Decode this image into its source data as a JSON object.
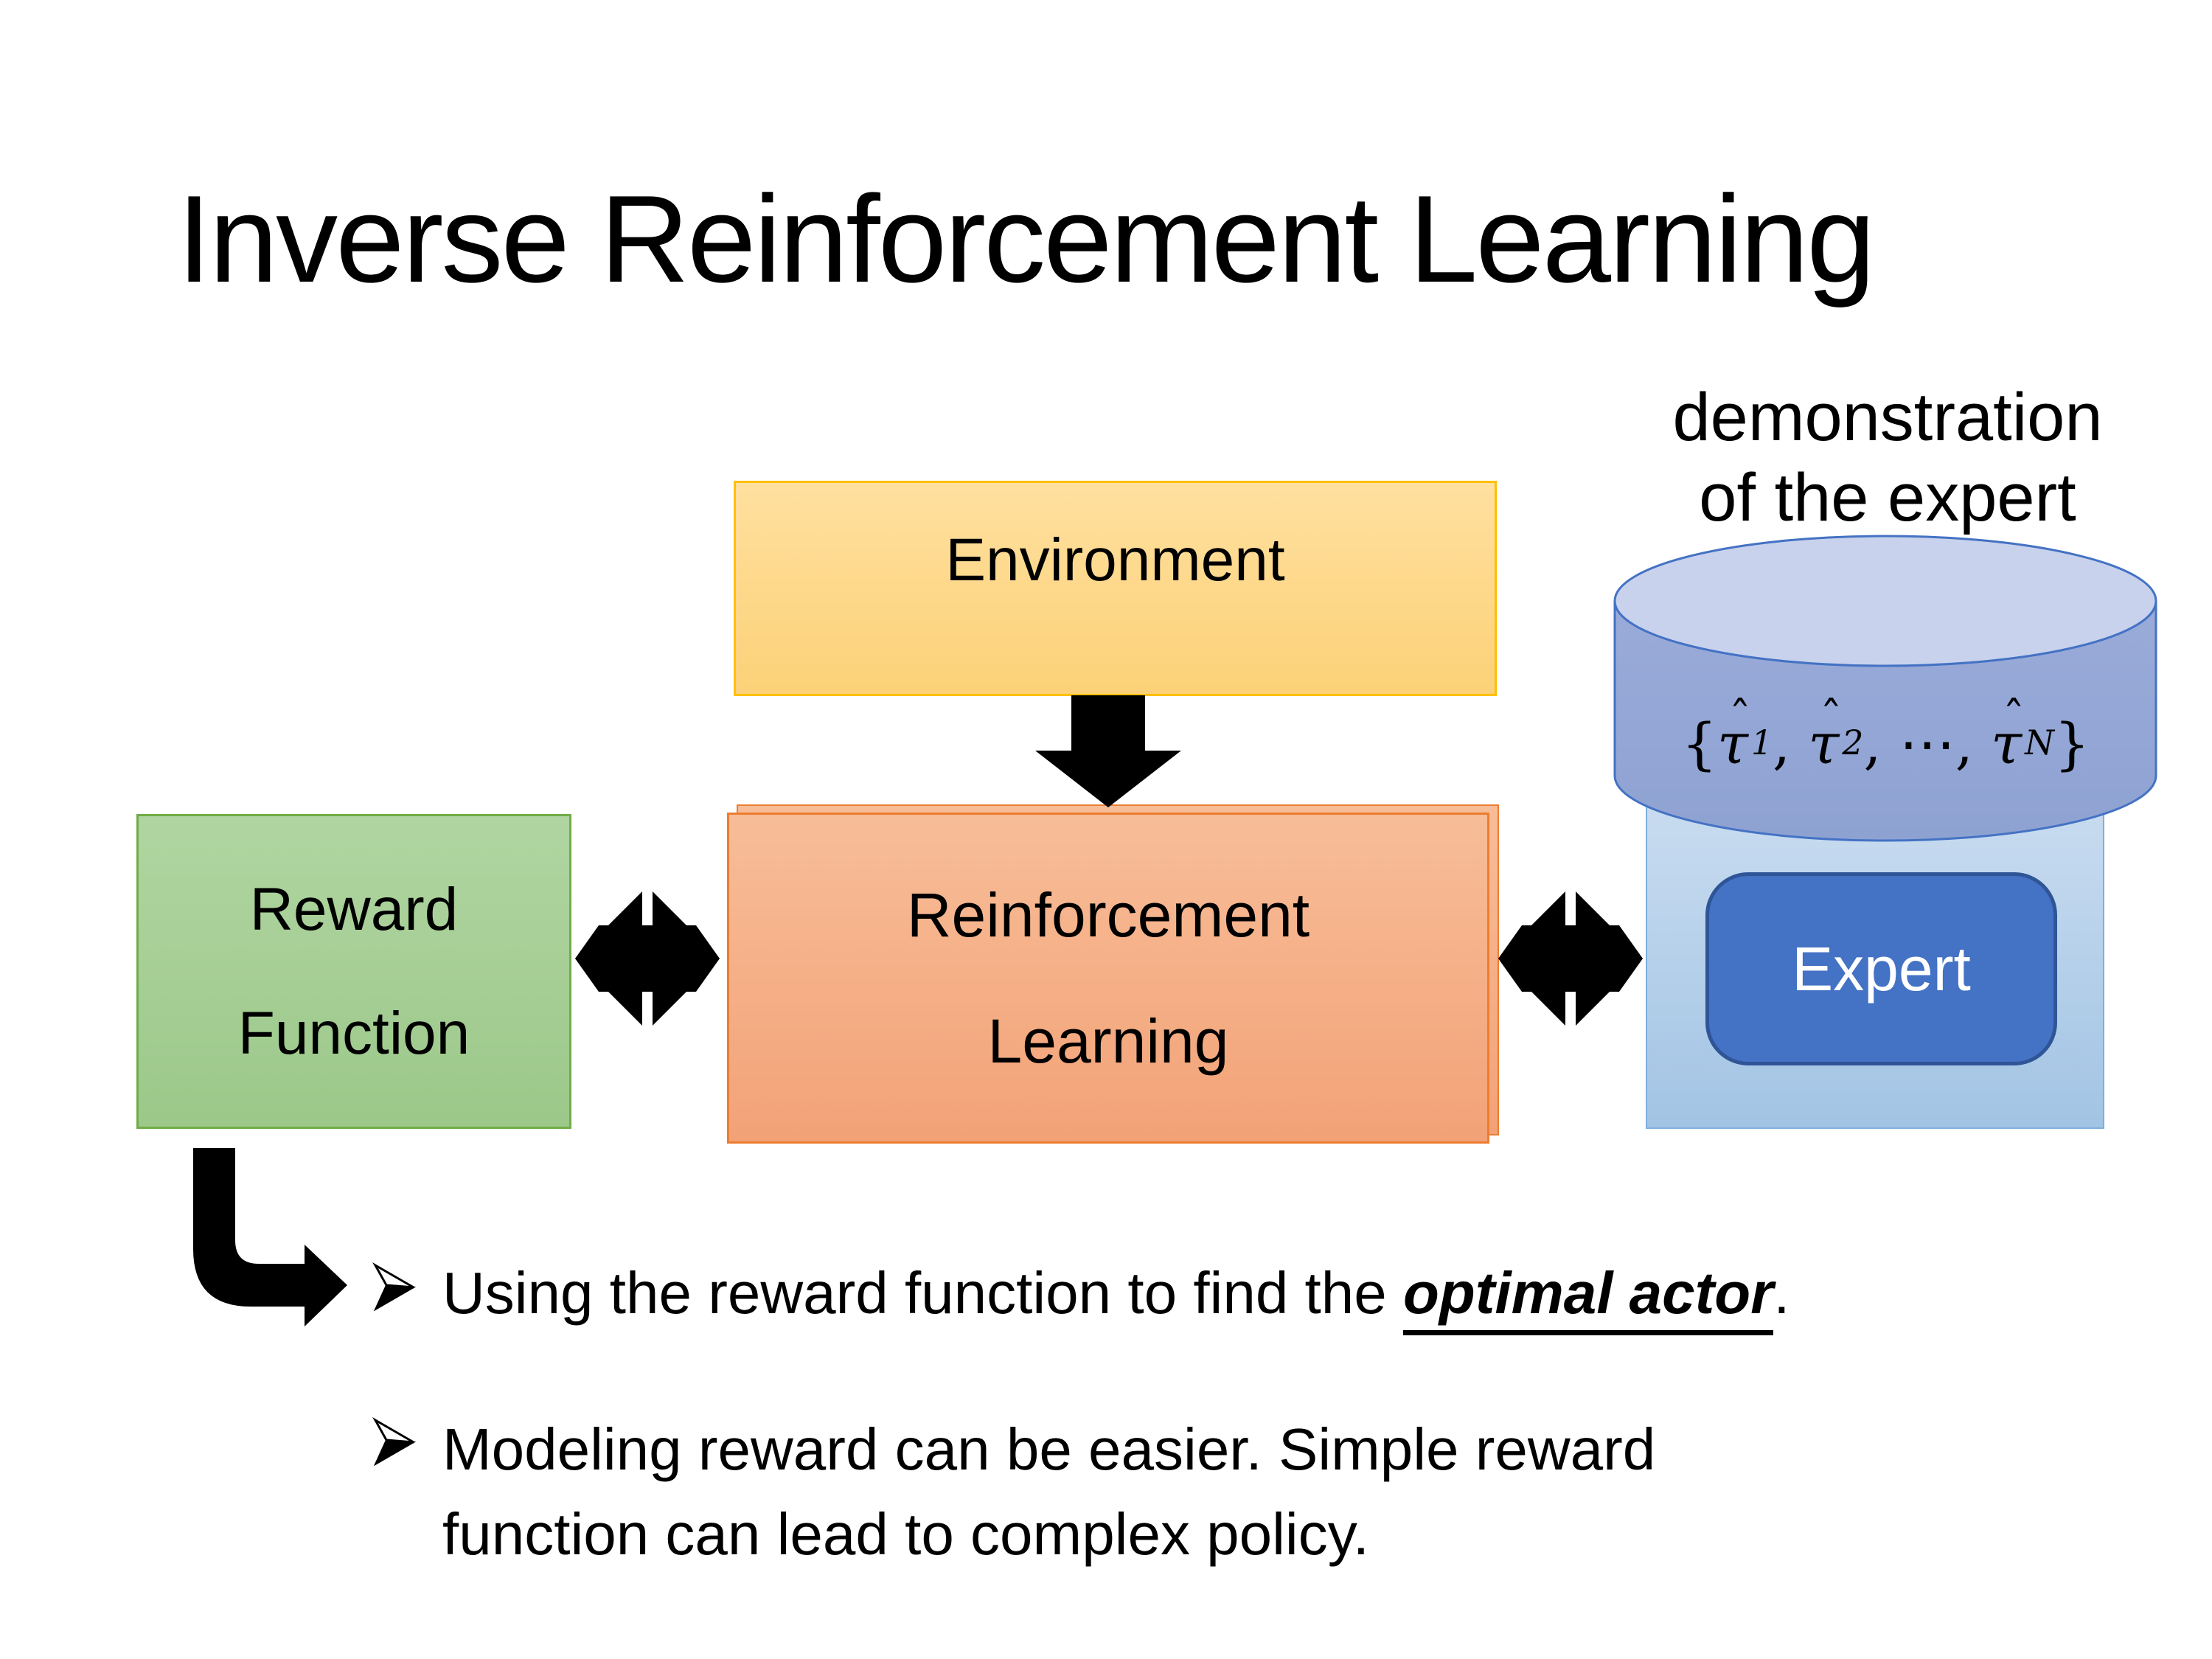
{
  "slide": {
    "title": "Inverse Reinforcement Learning",
    "annotation": {
      "line1": "demonstration",
      "line2": "of the expert"
    },
    "boxes": {
      "environment": {
        "label": "Environment"
      },
      "reward_function": {
        "line1": "Reward",
        "line2": "Function"
      },
      "reinforcement_learning": {
        "line1": "Reinforcement",
        "line2": "Learning"
      },
      "expert": {
        "label": "Expert"
      }
    },
    "demo_set": {
      "open": "{",
      "tau": "τ",
      "hat": "ˆ",
      "sub1": "1",
      "sep1": ", ",
      "sub2": "2",
      "sep2": ", ",
      "dots": "⋯",
      "sep3": ", ",
      "subN": "N",
      "close": "}"
    },
    "bullets": {
      "item1": {
        "pre": "Using the reward function to find the ",
        "emphasis": "optimal actor",
        "post": "."
      },
      "item2": {
        "line1": "Modeling reward can be easier. Simple reward",
        "line2": "function can lead to complex policy."
      }
    },
    "icons": {
      "down_arrow": "down-arrow-icon",
      "exchange_left": "double-exchange-arrow-icon",
      "exchange_right": "double-exchange-arrow-icon",
      "elbow_arrow": "bent-down-right-arrow-icon",
      "bullet_marker": "arrowhead-bullet-icon",
      "database": "database-cylinder-icon"
    },
    "colors": {
      "env_fill_top": "#FFE09F",
      "env_fill_bottom": "#FCD178",
      "env_border": "#FFC000",
      "green_fill_top": "#B0D5A1",
      "green_fill_bottom": "#9CC88A",
      "green_border": "#70AD47",
      "orange_fill_top": "#F7BD98",
      "orange_fill_bottom": "#F3A277",
      "orange_border": "#ED7D31",
      "panel_fill_top": "#C9DCF0",
      "panel_fill_bottom": "#A2C4E4",
      "panel_border": "#7FAEDC",
      "cylinder_body_top": "#9AABD9",
      "cylinder_body_bottom": "#8EA2D2",
      "cylinder_top_fill": "#C8D2EC",
      "cylinder_border": "#4472C4",
      "expert_fill": "#4472C4",
      "expert_border": "#2F5597",
      "expert_text": "#FFFFFF",
      "arrow": "#000000",
      "text": "#000000",
      "background": "#FFFFFF"
    }
  }
}
